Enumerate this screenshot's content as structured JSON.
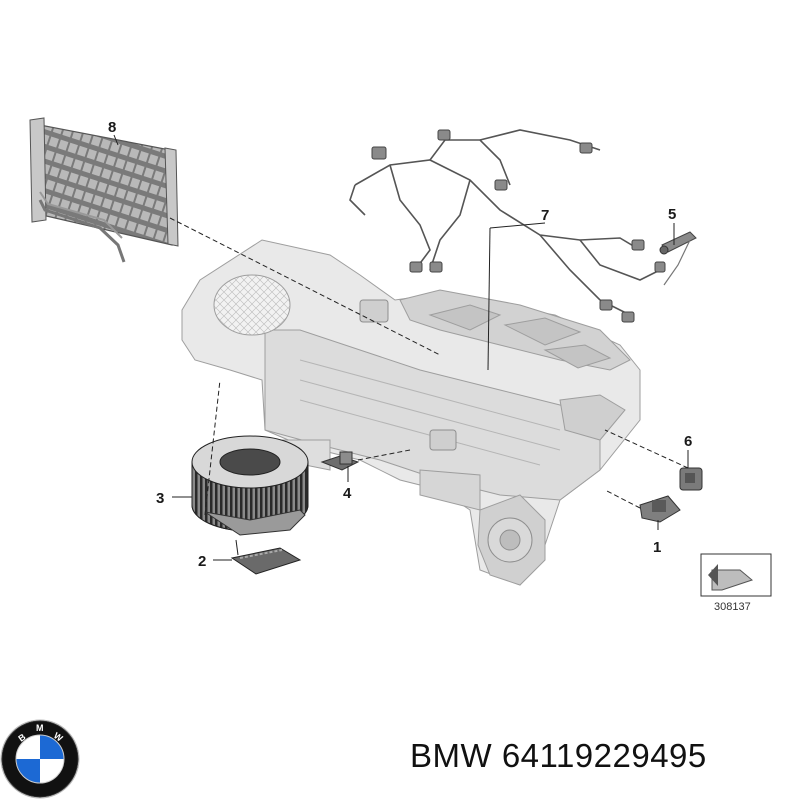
{
  "callouts": {
    "c1": "1",
    "c2": "2",
    "c3": "3",
    "c4": "4",
    "c5": "5",
    "c6": "6",
    "c7": "7",
    "c8": "8"
  },
  "reference_number": "308137",
  "caption": {
    "brand": "BMW",
    "part_number": "64119229495"
  },
  "logo": {
    "letters": "BMW",
    "colors": {
      "blue": "#1c69d4",
      "white": "#ffffff",
      "ring": "#111111"
    }
  }
}
